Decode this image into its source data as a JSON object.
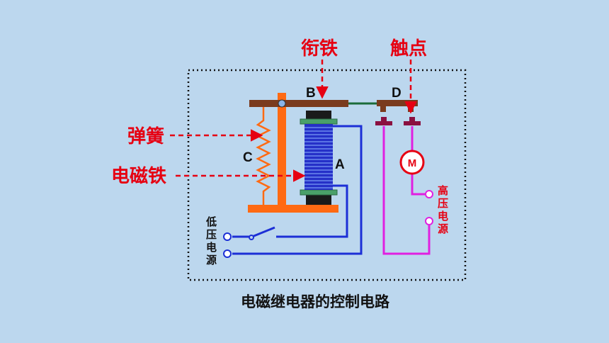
{
  "labels": {
    "armature": "衔铁",
    "contact": "触点",
    "spring": "弹簧",
    "electromagnet": "电磁铁",
    "letter_b": "B",
    "letter_d": "D",
    "letter_c": "C",
    "letter_a": "A",
    "motor": "M",
    "low_voltage": [
      "低",
      "压",
      "电",
      "源"
    ],
    "high_voltage": [
      "高",
      "压",
      "电",
      "源"
    ],
    "caption": "电磁继电器的控制电路"
  },
  "colors": {
    "background": "#bcd7ee",
    "red_label": "#e60012",
    "iron": "#7a3b1e",
    "frame": "#ff6a13",
    "coil_wire": "#1c2fd6",
    "high_circuit": "#e020e0",
    "contact": "#8a1040",
    "core_green": "#4aa06a"
  }
}
